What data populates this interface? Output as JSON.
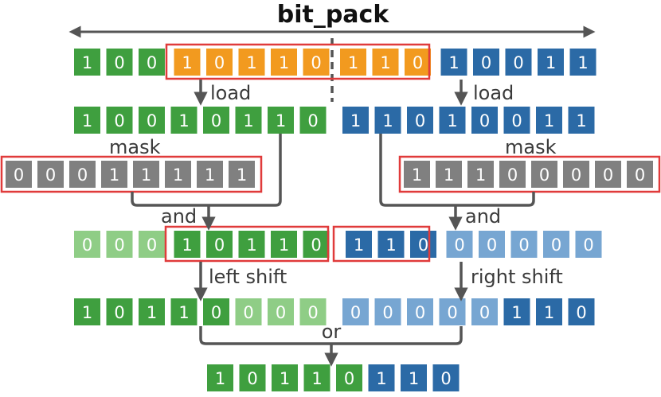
{
  "title": "bit_pack",
  "labels": {
    "load_left": "load",
    "load_right": "load",
    "mask_left": "mask",
    "mask_right": "mask",
    "and_left": "and",
    "and_right": "and",
    "left_shift": "left shift",
    "right_shift": "right shift",
    "or": "or"
  },
  "colors": {
    "green": "#3f9f3f",
    "light_green": "#8fcd86",
    "orange": "#f29a1f",
    "blue": "#2b6aa6",
    "light_blue": "#77a6d2",
    "gray": "#808080",
    "highlight_red": "#e03b3b",
    "arrow": "#555555"
  },
  "rows": [
    {
      "id": "row-input",
      "cells": [
        {
          "v": "1",
          "c": "green"
        },
        {
          "v": "0",
          "c": "green"
        },
        {
          "v": "0",
          "c": "green"
        },
        {
          "v": "1",
          "c": "orange"
        },
        {
          "v": "0",
          "c": "orange"
        },
        {
          "v": "1",
          "c": "orange"
        },
        {
          "v": "1",
          "c": "orange"
        },
        {
          "v": "0",
          "c": "orange"
        },
        {
          "v": "1",
          "c": "orange"
        },
        {
          "v": "1",
          "c": "orange"
        },
        {
          "v": "0",
          "c": "orange"
        },
        {
          "v": "1",
          "c": "blue"
        },
        {
          "v": "0",
          "c": "blue"
        },
        {
          "v": "0",
          "c": "blue"
        },
        {
          "v": "1",
          "c": "blue"
        },
        {
          "v": "1",
          "c": "blue"
        }
      ]
    },
    {
      "id": "row-loaded",
      "cells": [
        {
          "v": "1",
          "c": "green"
        },
        {
          "v": "0",
          "c": "green"
        },
        {
          "v": "0",
          "c": "green"
        },
        {
          "v": "1",
          "c": "green"
        },
        {
          "v": "0",
          "c": "green"
        },
        {
          "v": "1",
          "c": "green"
        },
        {
          "v": "1",
          "c": "green"
        },
        {
          "v": "0",
          "c": "green"
        },
        {
          "v": "1",
          "c": "blue"
        },
        {
          "v": "1",
          "c": "blue"
        },
        {
          "v": "0",
          "c": "blue"
        },
        {
          "v": "1",
          "c": "blue"
        },
        {
          "v": "0",
          "c": "blue"
        },
        {
          "v": "0",
          "c": "blue"
        },
        {
          "v": "1",
          "c": "blue"
        },
        {
          "v": "1",
          "c": "blue"
        }
      ]
    },
    {
      "id": "row-mask-left",
      "cells": [
        {
          "v": "0",
          "c": "gray"
        },
        {
          "v": "0",
          "c": "gray"
        },
        {
          "v": "0",
          "c": "gray"
        },
        {
          "v": "1",
          "c": "gray"
        },
        {
          "v": "1",
          "c": "gray"
        },
        {
          "v": "1",
          "c": "gray"
        },
        {
          "v": "1",
          "c": "gray"
        },
        {
          "v": "1",
          "c": "gray"
        }
      ]
    },
    {
      "id": "row-mask-right",
      "cells": [
        {
          "v": "1",
          "c": "gray"
        },
        {
          "v": "1",
          "c": "gray"
        },
        {
          "v": "1",
          "c": "gray"
        },
        {
          "v": "0",
          "c": "gray"
        },
        {
          "v": "0",
          "c": "gray"
        },
        {
          "v": "0",
          "c": "gray"
        },
        {
          "v": "0",
          "c": "gray"
        },
        {
          "v": "0",
          "c": "gray"
        }
      ]
    },
    {
      "id": "row-and",
      "cells": [
        {
          "v": "0",
          "c": "light_green"
        },
        {
          "v": "0",
          "c": "light_green"
        },
        {
          "v": "0",
          "c": "light_green"
        },
        {
          "v": "1",
          "c": "green"
        },
        {
          "v": "0",
          "c": "green"
        },
        {
          "v": "1",
          "c": "green"
        },
        {
          "v": "1",
          "c": "green"
        },
        {
          "v": "0",
          "c": "green"
        },
        {
          "v": "1",
          "c": "blue"
        },
        {
          "v": "1",
          "c": "blue"
        },
        {
          "v": "0",
          "c": "blue"
        },
        {
          "v": "0",
          "c": "light_blue"
        },
        {
          "v": "0",
          "c": "light_blue"
        },
        {
          "v": "0",
          "c": "light_blue"
        },
        {
          "v": "0",
          "c": "light_blue"
        },
        {
          "v": "0",
          "c": "light_blue"
        }
      ]
    },
    {
      "id": "row-shifted",
      "cells": [
        {
          "v": "1",
          "c": "green"
        },
        {
          "v": "0",
          "c": "green"
        },
        {
          "v": "1",
          "c": "green"
        },
        {
          "v": "1",
          "c": "green"
        },
        {
          "v": "0",
          "c": "green"
        },
        {
          "v": "0",
          "c": "light_green"
        },
        {
          "v": "0",
          "c": "light_green"
        },
        {
          "v": "0",
          "c": "light_green"
        },
        {
          "v": "0",
          "c": "light_blue"
        },
        {
          "v": "0",
          "c": "light_blue"
        },
        {
          "v": "0",
          "c": "light_blue"
        },
        {
          "v": "0",
          "c": "light_blue"
        },
        {
          "v": "0",
          "c": "light_blue"
        },
        {
          "v": "1",
          "c": "blue"
        },
        {
          "v": "1",
          "c": "blue"
        },
        {
          "v": "0",
          "c": "blue"
        }
      ]
    },
    {
      "id": "row-result",
      "cells": [
        {
          "v": "1",
          "c": "green"
        },
        {
          "v": "0",
          "c": "green"
        },
        {
          "v": "1",
          "c": "green"
        },
        {
          "v": "1",
          "c": "green"
        },
        {
          "v": "0",
          "c": "green"
        },
        {
          "v": "1",
          "c": "blue"
        },
        {
          "v": "1",
          "c": "blue"
        },
        {
          "v": "0",
          "c": "blue"
        }
      ]
    }
  ]
}
